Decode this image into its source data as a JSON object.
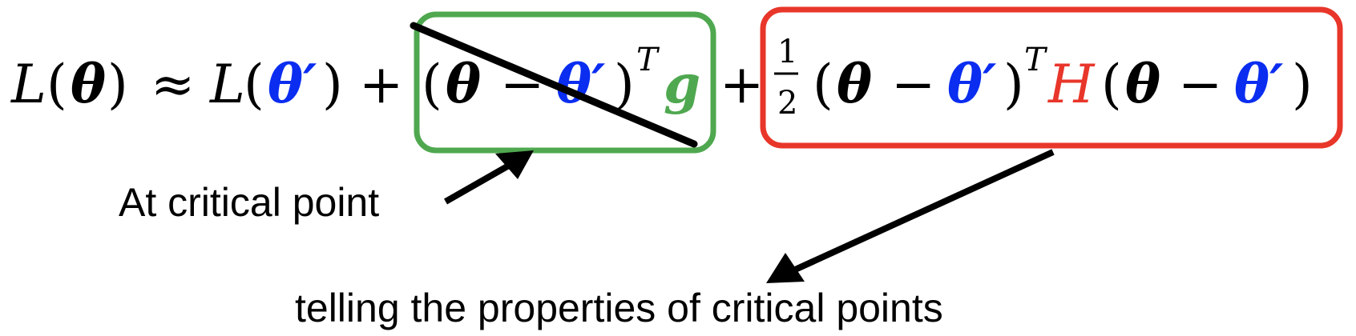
{
  "colors": {
    "blue": "#0a2df0",
    "green": "#4fa84f",
    "red": "#e8362a",
    "black": "#000000"
  },
  "equation": {
    "lhs": {
      "L": "L",
      "open": "(",
      "theta": "θ",
      "close": ")"
    },
    "approx": "≈",
    "term0": {
      "L": "L",
      "open": "(",
      "theta_prime": "θ′",
      "close": ")"
    },
    "plus1": "+",
    "gradient_term": {
      "open": "(",
      "theta": "θ",
      "minus": "−",
      "theta_prime": "θ′",
      "close": ")",
      "superscript": "T",
      "g": "g"
    },
    "plus2": "+",
    "hessian_term": {
      "frac_num": "1",
      "frac_den": "2",
      "open1": "(",
      "theta1": "θ",
      "minus1": "−",
      "theta_prime1": "θ′",
      "close1": ")",
      "superscript": "T",
      "H": "H",
      "open2": "(",
      "theta2": "θ",
      "minus2": "−",
      "theta_prime2": "θ′",
      "close2": ")"
    }
  },
  "annotations": {
    "critical_point": "At critical point",
    "properties": "telling the properties of critical points"
  }
}
